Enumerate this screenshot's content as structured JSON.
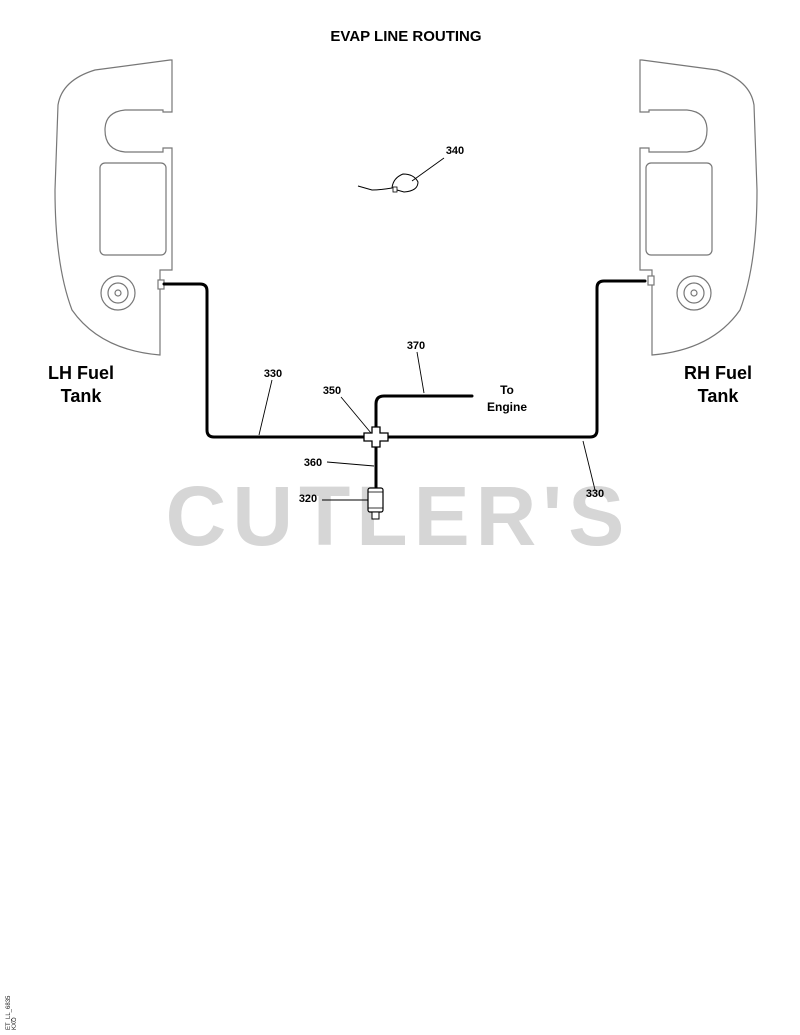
{
  "title": "EVAP LINE ROUTING",
  "tanks": {
    "left": {
      "line1": "LH Fuel",
      "line2": "Tank"
    },
    "right": {
      "line1": "RH Fuel",
      "line2": "Tank"
    }
  },
  "callouts": {
    "c340": "340",
    "c370": "370",
    "c330_left": "330",
    "c350": "350",
    "c360": "360",
    "c320": "320",
    "c330_right": "330"
  },
  "destination": {
    "line1": "To",
    "line2": "Engine"
  },
  "watermark": "CUTLER'S",
  "doc_id": {
    "line1": "ET_LL_6835",
    "line2": "KXO"
  }
}
